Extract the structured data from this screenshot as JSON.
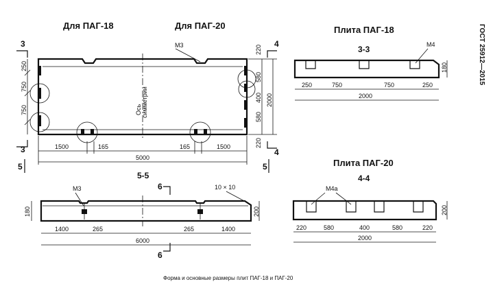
{
  "headings": {
    "pag18": "Для ПАГ-18",
    "pag20": "Для ПАГ-20",
    "plate18": "Плита ПАГ-18",
    "plate20": "Плита ПАГ-20"
  },
  "gost": "ГОСТ 25912—2015",
  "caption": "Форма и основные размеры плит ПАГ-18 и ПАГ-20",
  "axis_label": [
    "Ось",
    "симметрии"
  ],
  "markers": {
    "sec3": "3",
    "sec4": "4",
    "sec5": "5",
    "sec6": "6",
    "view55": "5-5",
    "view33": "3-3",
    "view44": "4-4"
  },
  "labels": {
    "m3": "М3",
    "m4": "М4",
    "m4a": "М4а",
    "chamfer": "10 × 10"
  },
  "plan": {
    "left_dims": [
      "250",
      "750",
      "750"
    ],
    "right_dims": [
      "220",
      "580",
      "400",
      "580",
      "220"
    ],
    "height": "2000",
    "bottom_dims": [
      "1500",
      "165",
      "165",
      "1500"
    ],
    "length": "5000"
  },
  "section55": {
    "height_left": "180",
    "height_right": "200",
    "dims": [
      "1400",
      "265",
      "265",
      "1400"
    ],
    "length": "6000"
  },
  "section33": {
    "height": "180",
    "dims": [
      "250",
      "750",
      "750",
      "250"
    ],
    "length": "2000"
  },
  "section44": {
    "height": "200",
    "dims": [
      "220",
      "580",
      "400",
      "580",
      "220"
    ],
    "length": "2000"
  }
}
